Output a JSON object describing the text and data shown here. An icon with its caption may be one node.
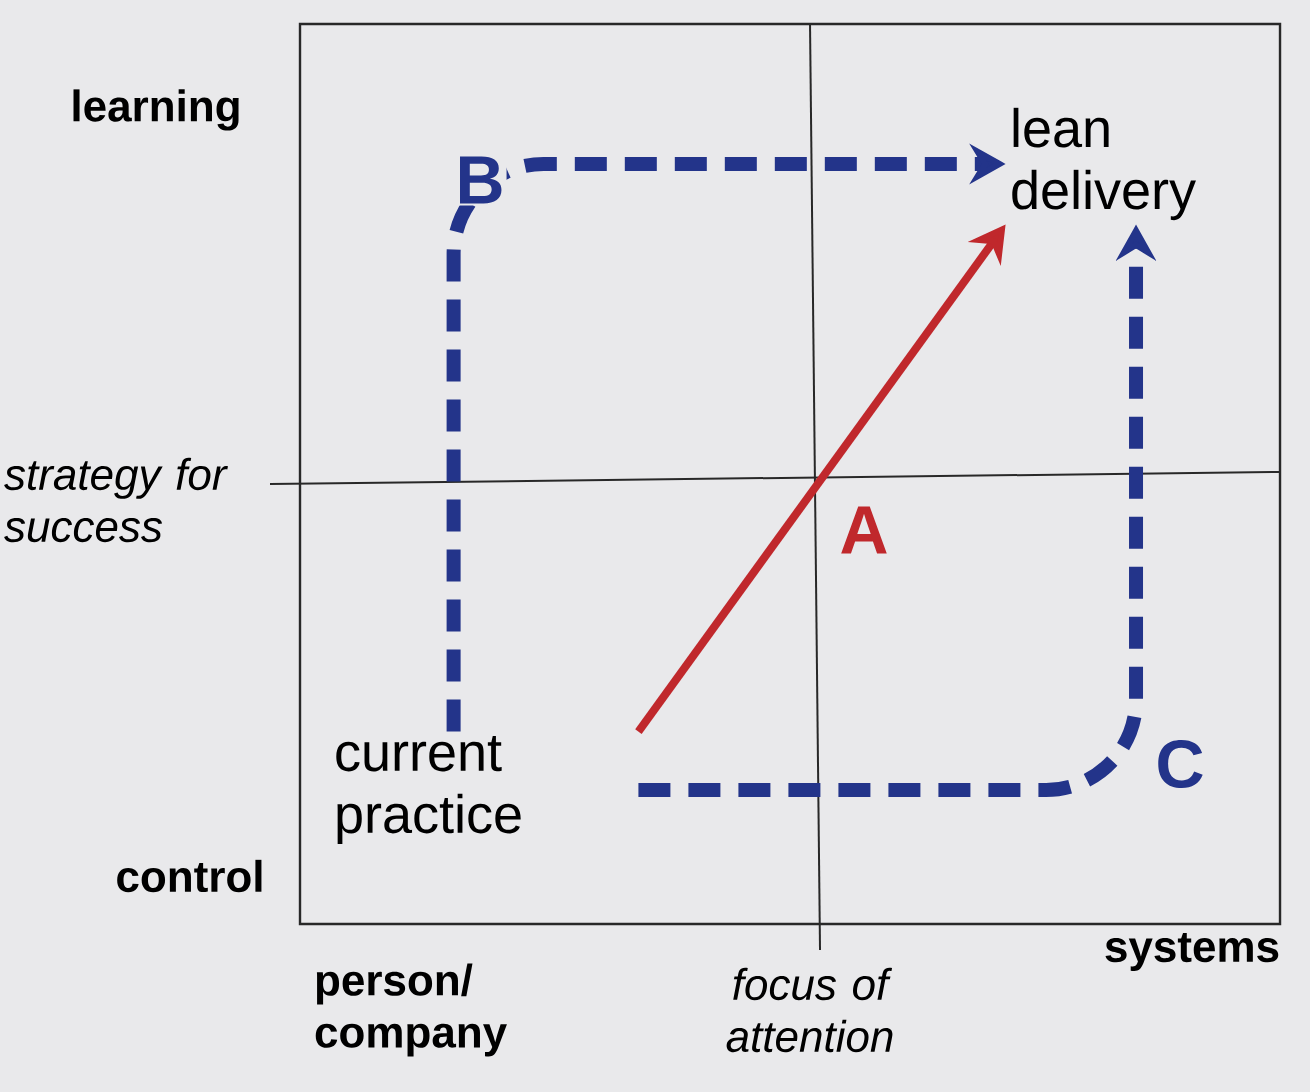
{
  "diagram": {
    "nodes": [
      {
        "text": [
          "current practice"
        ]
      },
      {
        "text": [
          "lean delivery"
        ]
      }
    ],
    "edges": [
      {
        "from": 0,
        "to": 1,
        "arrow": "to",
        "label": "A",
        "color": "#c0282c"
      },
      {
        "from": 0,
        "to": 1,
        "arrow": "to",
        "label": "B",
        "style": "dashed",
        "color": "#23348a"
      },
      {
        "from": 0,
        "to": 1,
        "arrow": "to",
        "label": "C",
        "style": "dashed",
        "color": "#23348a"
      }
    ],
    "labels": [
      "learning",
      "strategy for success",
      "control",
      "person/ company",
      "focus of attention",
      "systems"
    ]
  }
}
